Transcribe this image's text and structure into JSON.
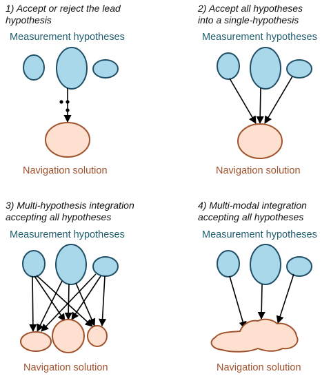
{
  "panels": [
    {
      "title_lines": [
        "1) Accept or reject the lead",
        "hypothesis"
      ],
      "measurement_label": "Measurement hypotheses",
      "navigation_label": "Navigation solution"
    },
    {
      "title_lines": [
        "2) Accept all hypotheses",
        "into a single-hypothesis"
      ],
      "measurement_label": "Measurement hypotheses",
      "navigation_label": "Navigation solution"
    },
    {
      "title_lines": [
        "3) Multi-hypothesis integration",
        "accepting all hypotheses"
      ],
      "measurement_label": "Measurement hypotheses",
      "navigation_label": "Navigation solution"
    },
    {
      "title_lines": [
        "4) Multi-modal integration",
        "accepting all hypotheses"
      ],
      "measurement_label": "Measurement hypotheses",
      "navigation_label": "Navigation solution"
    }
  ],
  "colors": {
    "measurement_fill": "#a9d8ea",
    "measurement_stroke": "#1f4e66",
    "measurement_text": "#1f5d6e",
    "navigation_fill": "#fde0cf",
    "navigation_stroke": "#a0522d",
    "navigation_text": "#a0522d",
    "arrow": "#000000"
  }
}
